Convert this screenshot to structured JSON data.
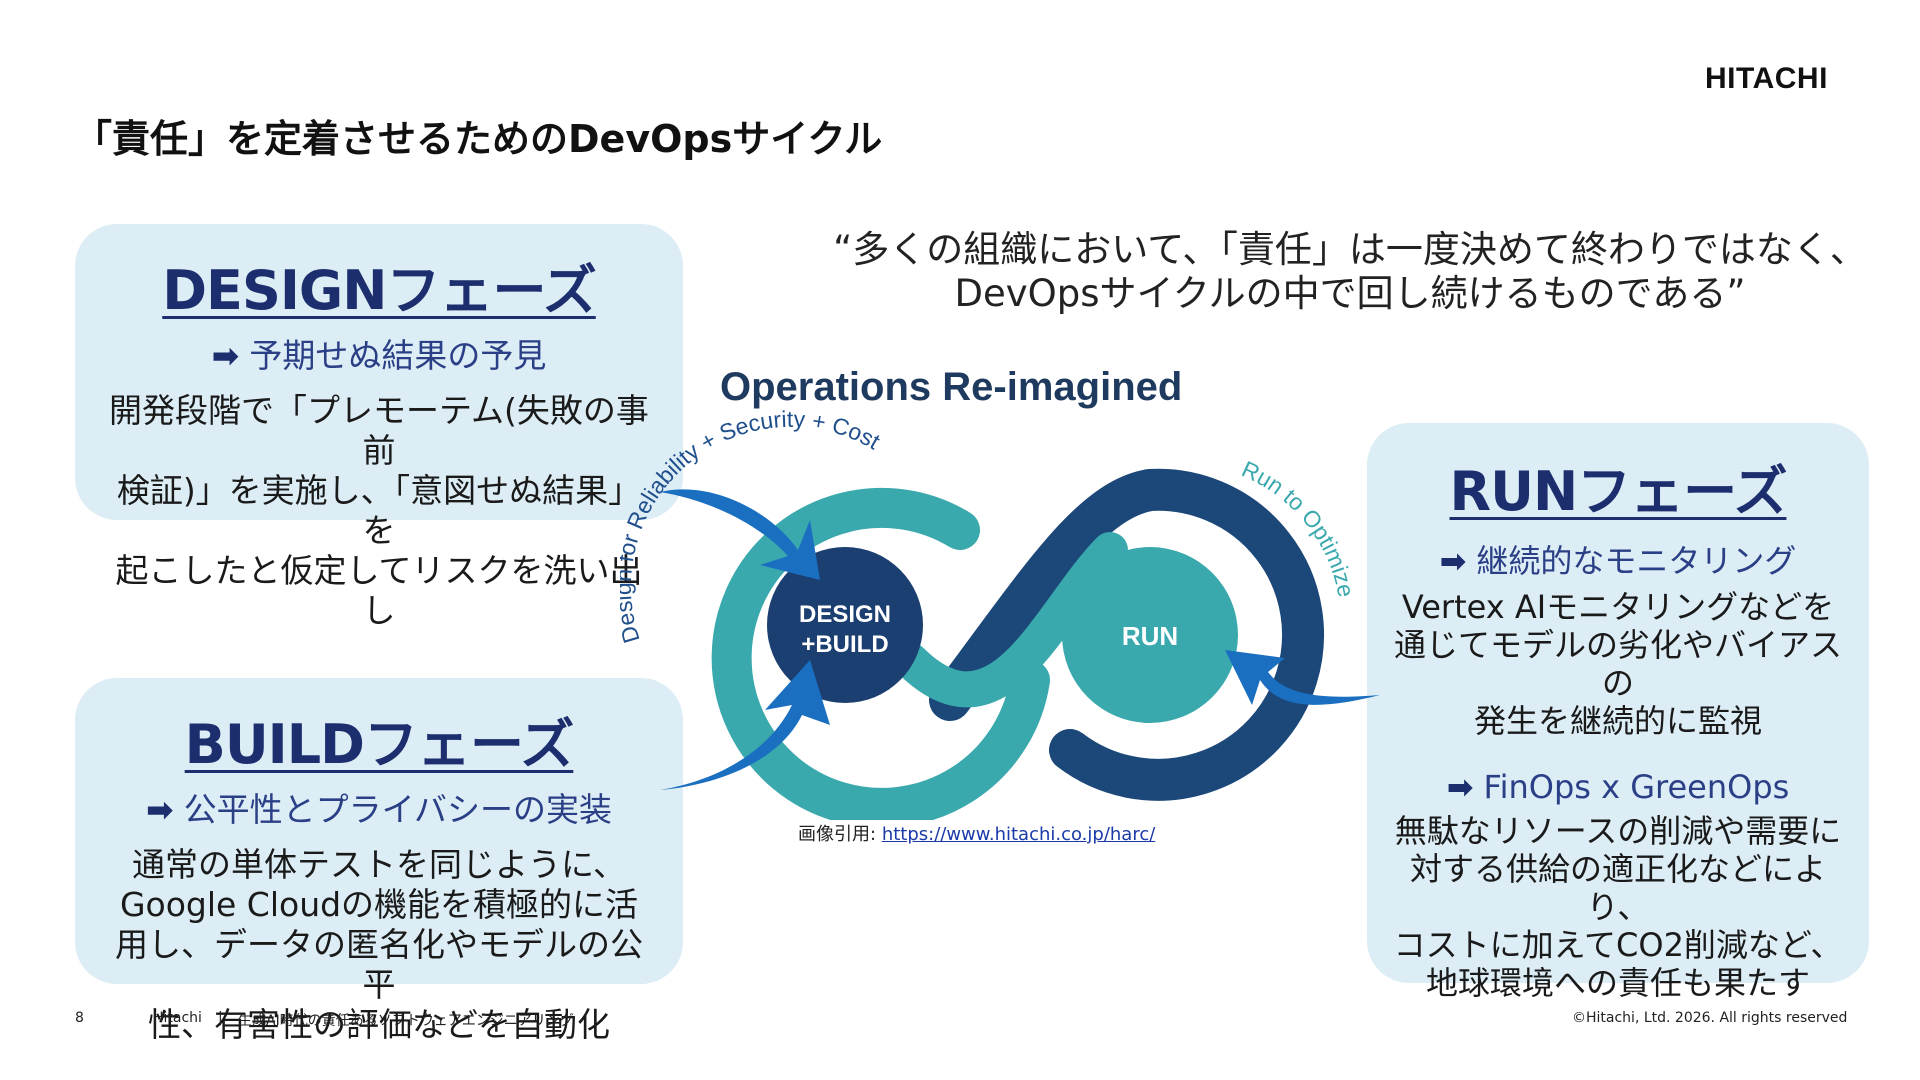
{
  "header": {
    "title": "「責任」を定着させるためのDevOpsサイクル",
    "logo": "HITACHI"
  },
  "quote": {
    "line1": "“多くの組織において、「責任」は一度決めて終わりではなく、",
    "line2": "DevOpsサイクルの中で回し続けるものである”"
  },
  "design_card": {
    "heading": "DESIGNフェーズ",
    "arrow": "➡",
    "sub": "予期せぬ結果の予見",
    "body_lines": [
      "開発段階で「プレモーテム(失敗の事前",
      "検証)」を実施し、「意図せぬ結果」を",
      "起こしたと仮定してリスクを洗い出し"
    ]
  },
  "build_card": {
    "heading": "BUILDフェーズ",
    "arrow": "➡",
    "sub": "公平性とプライバシーの実装",
    "body_lines": [
      "通常の単体テストを同じように、",
      "Google Cloudの機能を積極的に活",
      "用し、データの匿名化やモデルの公平",
      "性、有害性の評価などを自動化"
    ]
  },
  "run_card": {
    "heading": "RUNフェーズ",
    "arrow": "➡",
    "sub1": "継続的なモニタリング",
    "body1_lines": [
      "Vertex AIモニタリングなどを",
      "通じてモデルの劣化やバイアスの",
      "発生を継続的に監視"
    ],
    "sub2": "FinOps x GreenOps",
    "body2_lines": [
      "無駄なリソースの削減や需要に",
      "対する供給の適正化などにより、",
      "コストに加えてCO2削減など、",
      "地球環境への責任も果たす"
    ]
  },
  "diagram": {
    "title": "Operations Re-imagined",
    "arc_left": "Design for Reliability + Security + Cost",
    "arc_right": "Run to Optimize",
    "circle_left_lines": [
      "DESIGN",
      "+BUILD"
    ],
    "circle_right": "RUN",
    "colors": {
      "teal": "#3aa9ad",
      "navy": "#1b4779",
      "dark_circle": "#1c3f72",
      "arrow": "#1a6fc1",
      "title": "#1f3a5f"
    }
  },
  "credit": {
    "label": "画像引用:",
    "link": "https://www.hitachi.co.jp/harc/"
  },
  "footer": {
    "page_number": "8",
    "company": "Hitachi",
    "separator": "|",
    "doc_title": "生成AI時代の責任あるソフトウェアエンジニアリング",
    "copyright": "©Hitachi, Ltd. 2026. All rights reserved"
  }
}
